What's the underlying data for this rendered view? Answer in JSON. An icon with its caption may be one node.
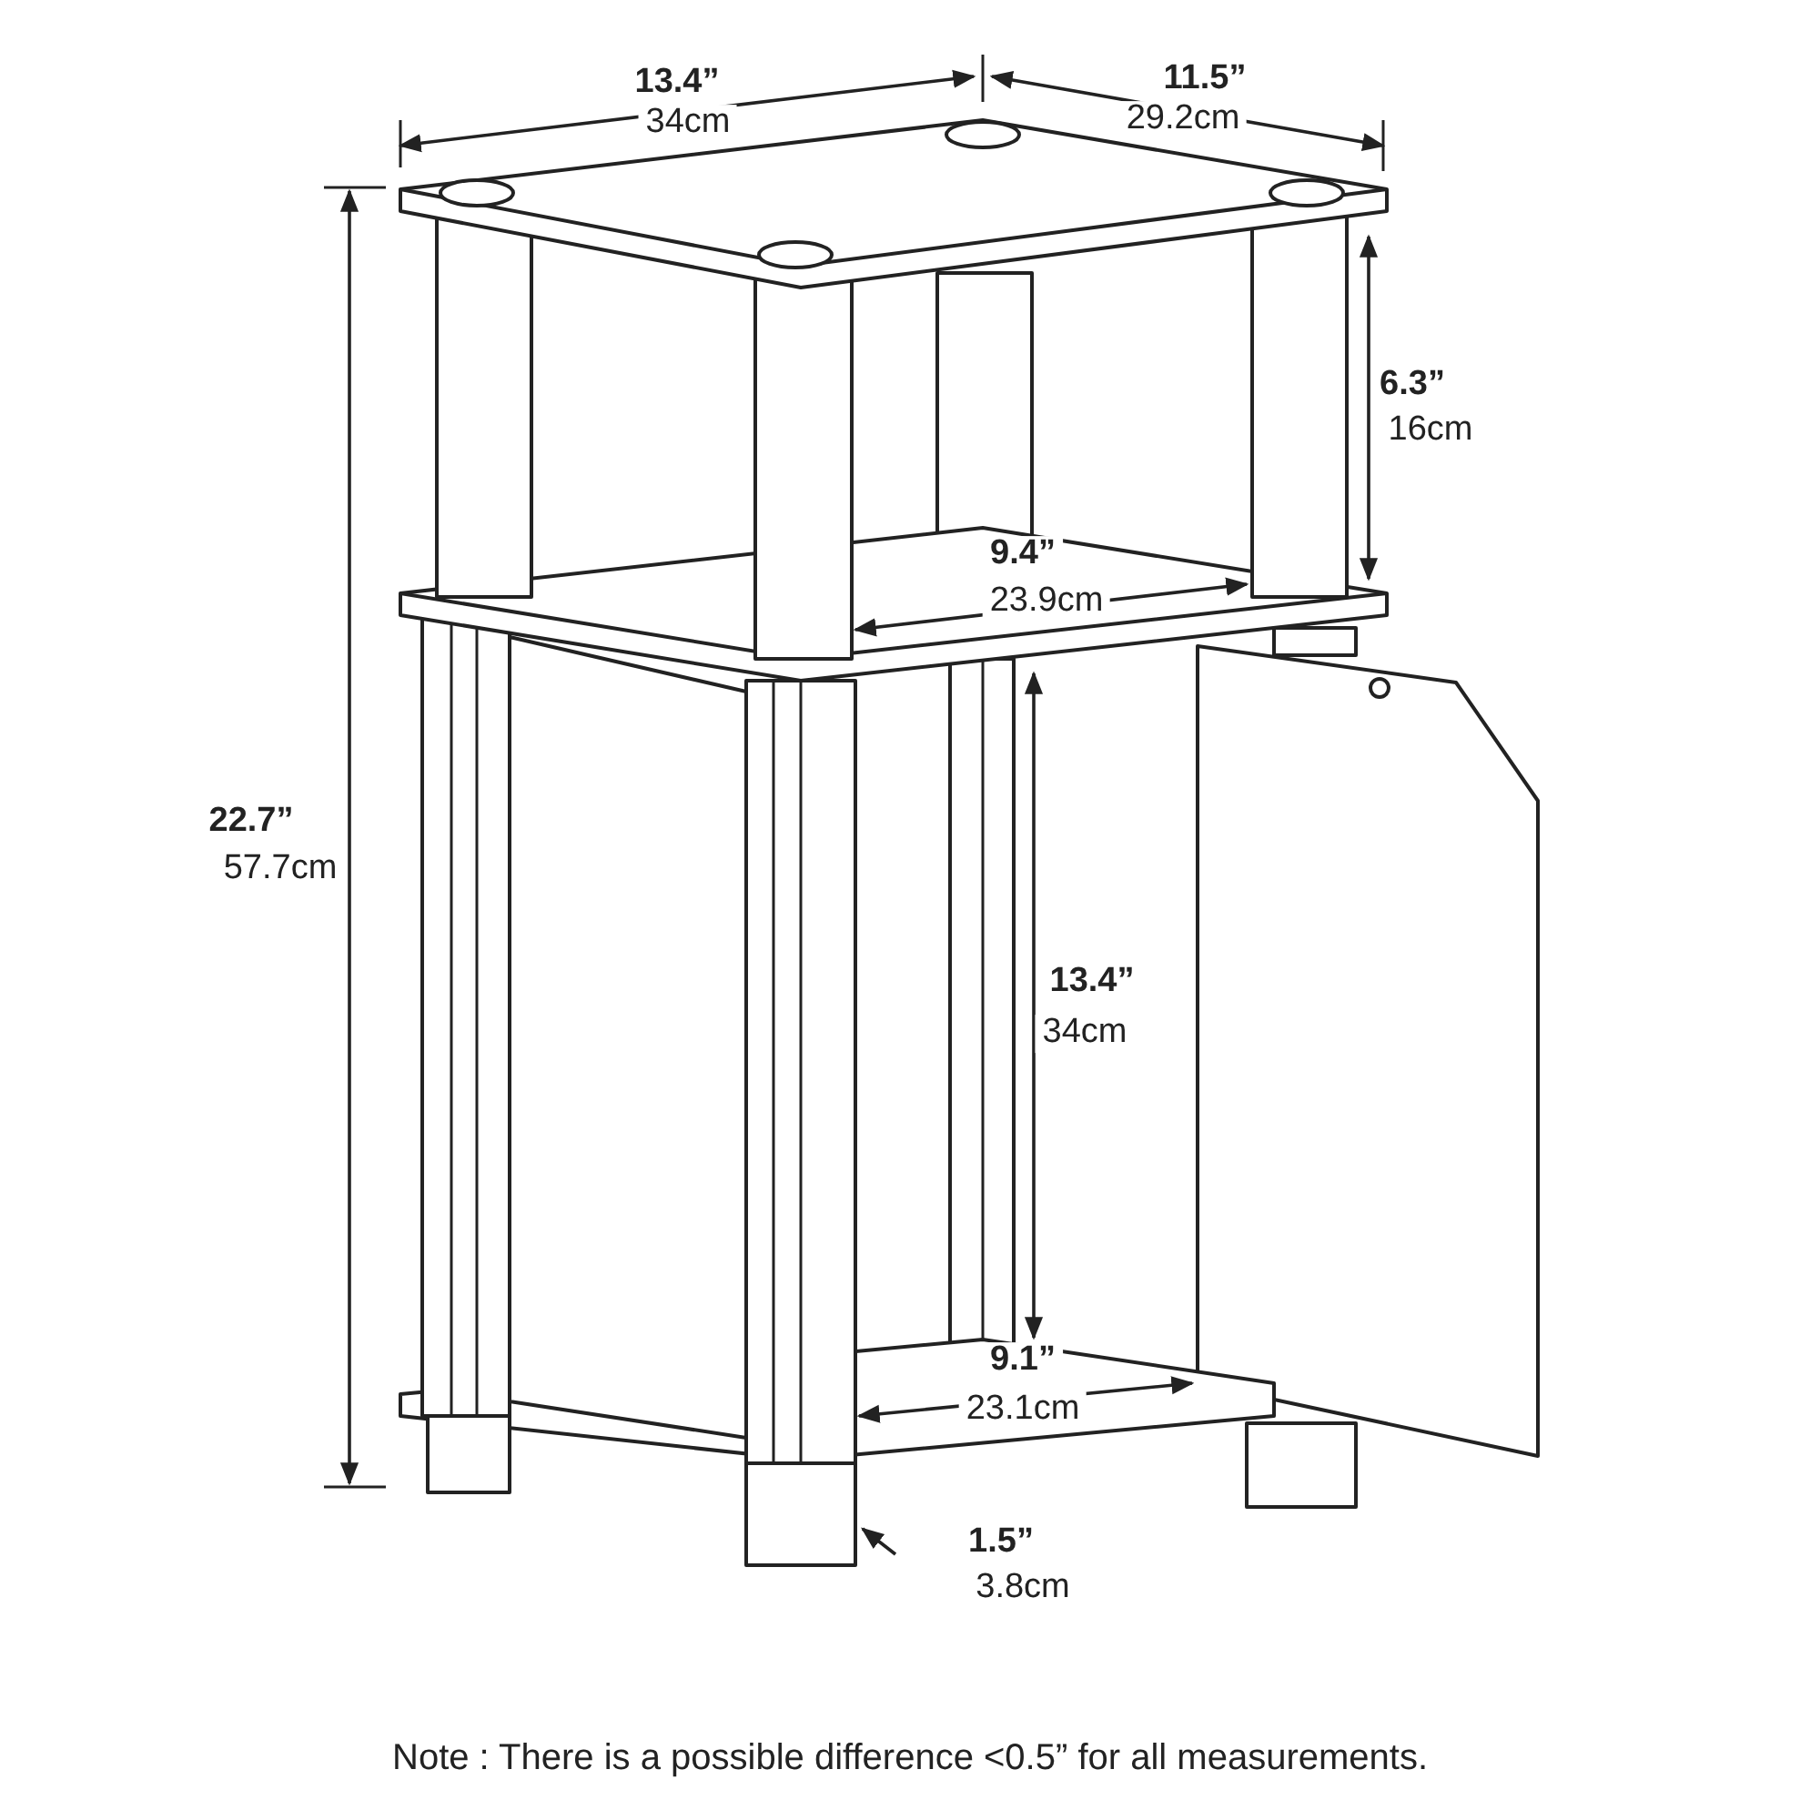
{
  "diagram": {
    "caption": "Note : There is a possible difference <0.5” for all measurements.",
    "labels": [
      "13.4”",
      "34cm",
      "11.5”",
      "29.2cm",
      "6.3”",
      "16cm",
      "22.7”",
      "57.7cm",
      "9.4”",
      "23.9cm",
      "13.4”",
      "34cm",
      "9.1”",
      "23.1cm",
      "1.5”",
      "3.8cm"
    ]
  }
}
